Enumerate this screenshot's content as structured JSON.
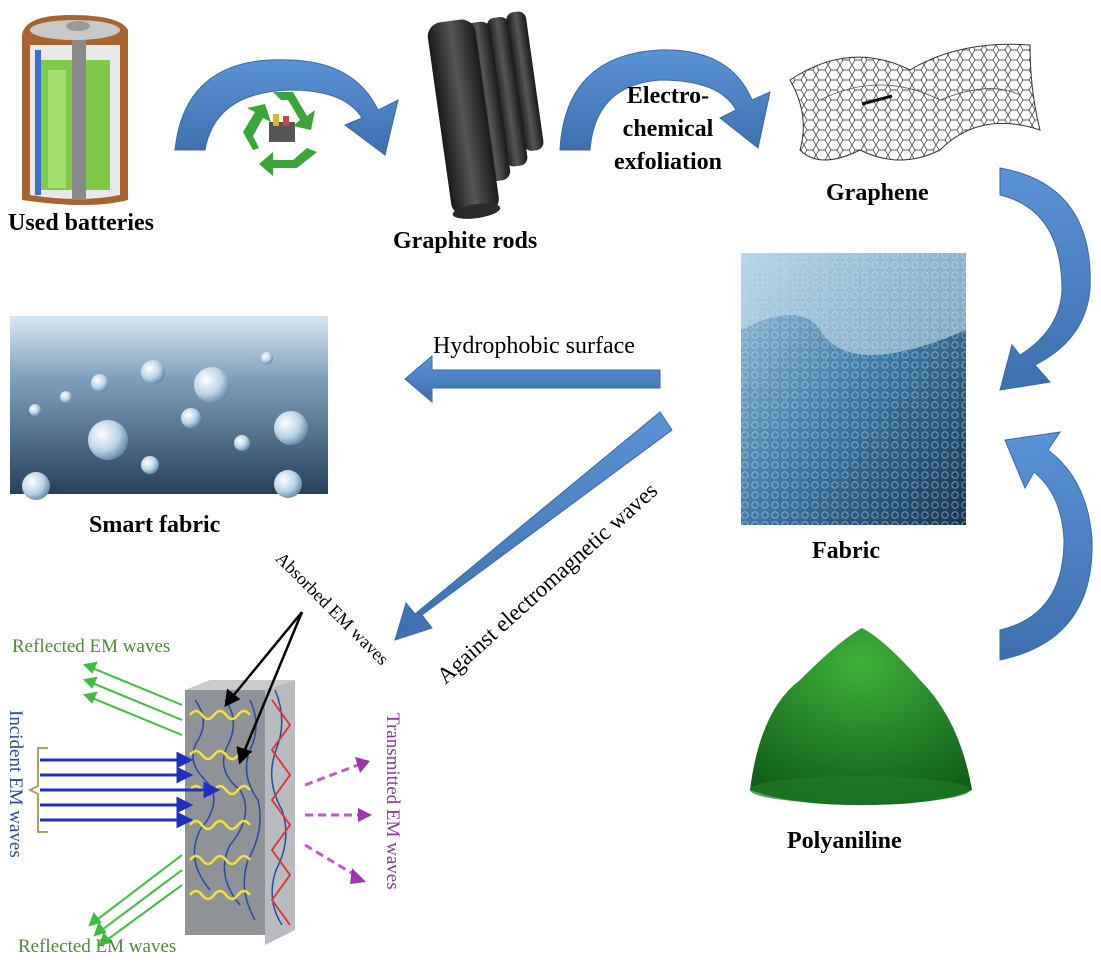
{
  "nodes": {
    "used_batteries": "Used batteries",
    "graphite_rods": "Graphite rods",
    "graphene": "Graphene",
    "fabric": "Fabric",
    "polyaniline": "Polyaniline",
    "smart_fabric": "Smart fabric"
  },
  "processes": {
    "exfoliation_line1": "Electro-",
    "exfoliation_line2": "chemical",
    "exfoliation_line3": "exfoliation",
    "hydrophobic": "Hydrophobic surface",
    "against_em": "Against electromagnetic waves"
  },
  "em_diagram": {
    "absorbed": "Absorbed EM waves",
    "reflected_top": "Reflected EM waves",
    "reflected_bottom": "Reflected EM waves",
    "incident": "Incident  EM waves",
    "transmitted": "Transmitted EM waves"
  },
  "colors": {
    "arrow_blue": "#4a7fc0",
    "green_text": "#4d8a3a",
    "blue_text": "#2f4a9a",
    "purple_text": "#8a3a9a"
  }
}
